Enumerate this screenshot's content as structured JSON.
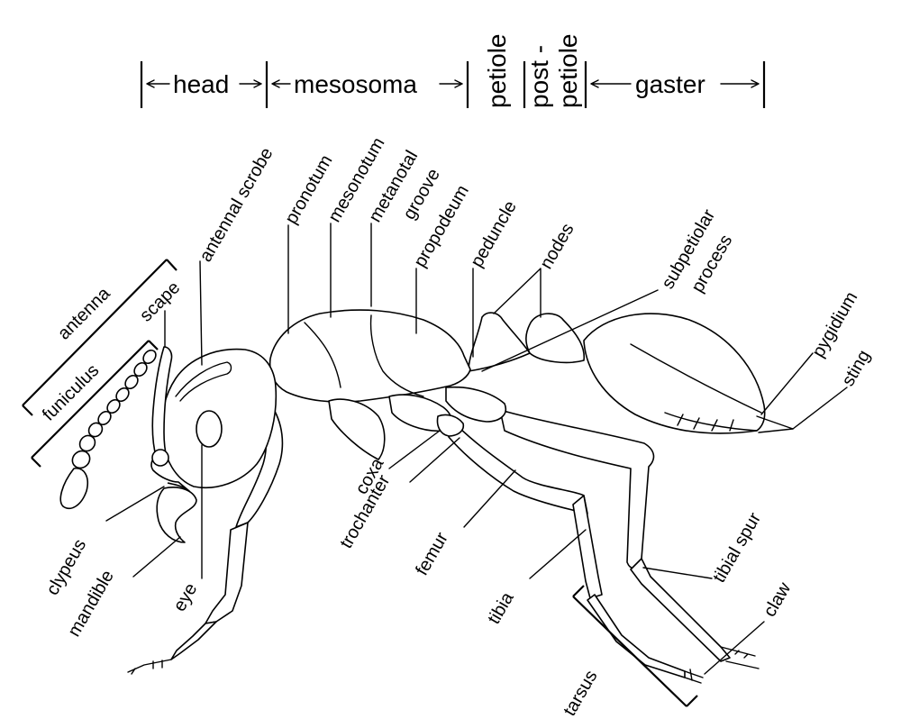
{
  "regions": {
    "head": "head",
    "mesosoma": "mesosoma",
    "petiole": "petiole",
    "postpetiole_line1": "post -",
    "postpetiole_line2": "petiole",
    "gaster": "gaster"
  },
  "labels": {
    "antenna": "antenna",
    "scape": "scape",
    "funiculus": "funiculus",
    "antennal_scrobe": "antennal scrobe",
    "pronotum": "pronotum",
    "mesonotum": "mesonotum",
    "metanotal_groove_line1": "metanotal",
    "metanotal_groove_line2": "groove",
    "propodeum": "propodeum",
    "peduncle": "peduncle",
    "nodes": "nodes",
    "subpetiolar_process_line1": "subpetiolar",
    "subpetiolar_process_line2": "process",
    "pygidium": "pygidium",
    "sting": "sting",
    "clypeus": "clypeus",
    "mandible": "mandible",
    "eye": "eye",
    "coxa": "coxa",
    "trochanter": "trochanter",
    "femur": "femur",
    "tibia": "tibia",
    "tibial_spur": "tibial spur",
    "claw": "claw",
    "tarsus": "tarsus"
  }
}
